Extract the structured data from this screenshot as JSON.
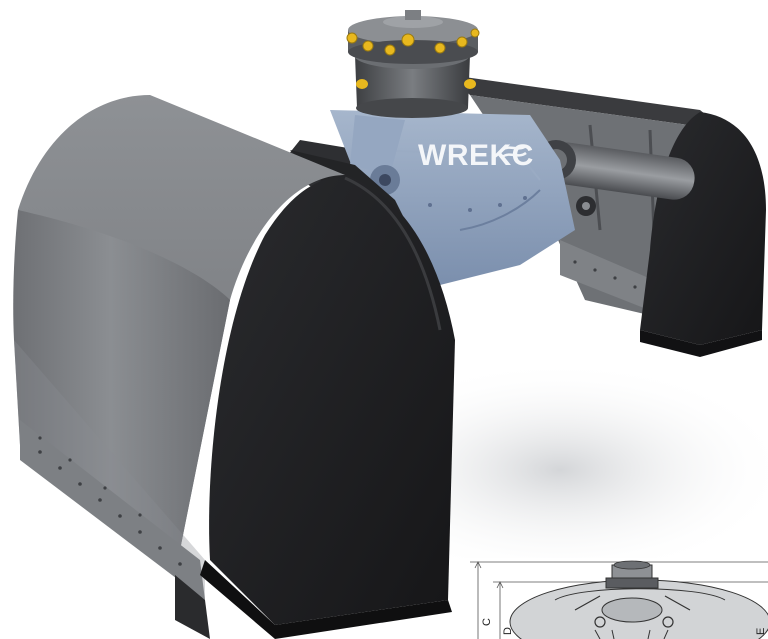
{
  "image": {
    "subject": "clamshell-grab",
    "brand_logo_text": "WREKC",
    "brand_tagline": "",
    "dimension_labels": {
      "c": "C",
      "d": "D",
      "e": "E"
    },
    "colors": {
      "background": "#ffffff",
      "shell_dark": "#1c1c1e",
      "shell_grey": "#7d8084",
      "body_blue": "#8a9cb8",
      "rotator": "#55585c",
      "bolts": "#e8b81e"
    }
  }
}
